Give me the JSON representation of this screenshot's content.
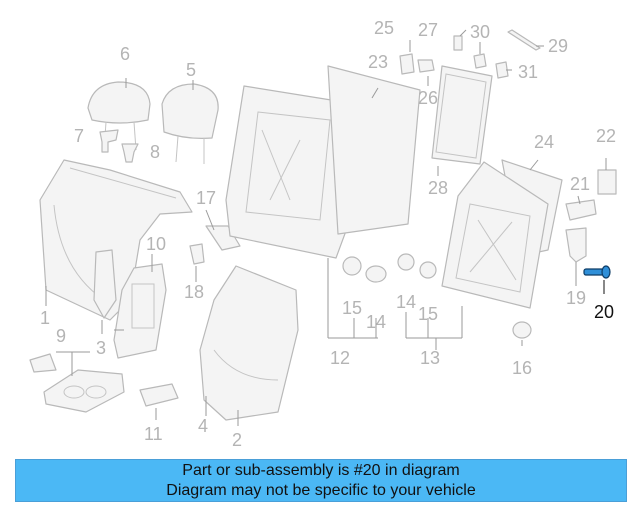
{
  "callouts": [
    "1",
    "2",
    "3",
    "4",
    "5",
    "6",
    "7",
    "8",
    "9",
    "10",
    "11",
    "12",
    "13",
    "14",
    "14",
    "15",
    "15",
    "16",
    "17",
    "18",
    "19",
    "20",
    "21",
    "22",
    "23",
    "24",
    "25",
    "26",
    "27",
    "28",
    "29",
    "30",
    "31"
  ],
  "highlighted_part": "20",
  "highlight_color": "#4bb8f5",
  "banner": {
    "line1": "Part or sub-assembly is #20 in diagram",
    "line2": "Diagram may not be specific to your vehicle"
  }
}
